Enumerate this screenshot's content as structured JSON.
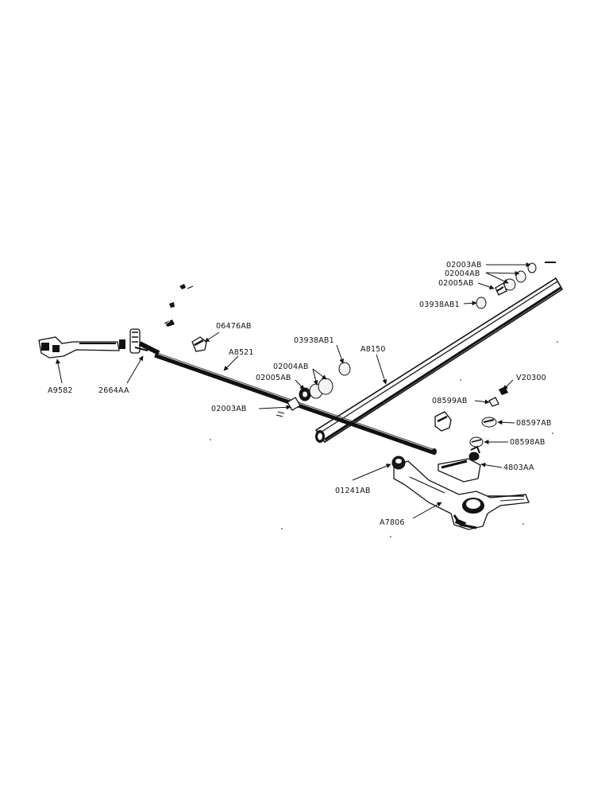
{
  "diagram": {
    "labels": {
      "a9582": "A9582",
      "p2664aa": "2664AA",
      "p06476ab": "06476AB",
      "a8521": "A8521",
      "p03938ab1_mid": "03938AB1",
      "a8150": "A8150",
      "p02004ab_mid": "02004AB",
      "p02005ab_mid": "02005AB",
      "p02003ab_mid": "02003AB",
      "p02003ab_top": "02003AB",
      "p02004ab_top": "02004AB",
      "p02005ab_top": "02005AB",
      "p03938ab1_top": "03938AB1",
      "v20300": "V20300",
      "p08599ab": "08599AB",
      "p08597ab": "08597AB",
      "p08598ab": "08598AB",
      "p4803aa": "4803AA",
      "p01241ab": "01241AB",
      "a7806": "A7806"
    }
  }
}
